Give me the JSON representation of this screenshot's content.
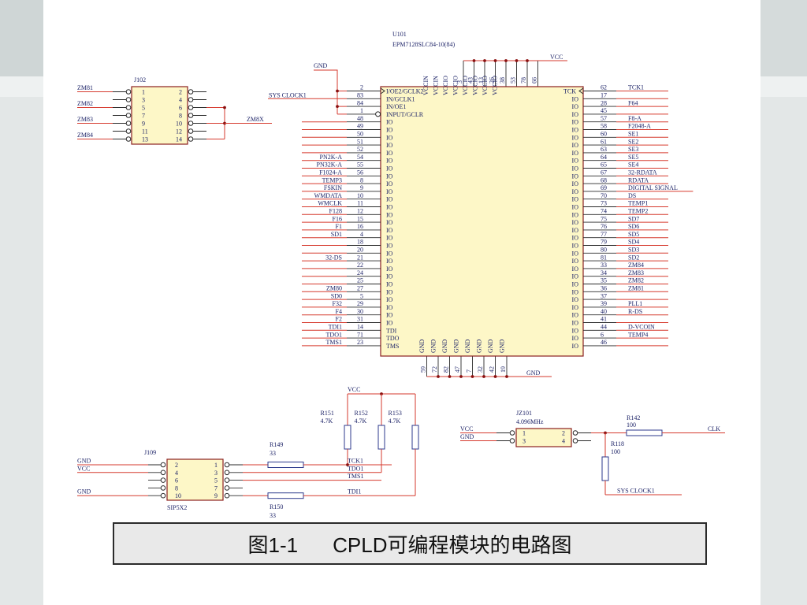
{
  "caption": {
    "figure_no": "图1-1",
    "title": "CPLD可编程模块的电路图"
  },
  "colors": {
    "wire": "#d63a2e",
    "label": "#1e2468",
    "pin": "#2a2a2a",
    "junction": "#8a1010",
    "body_fill": "#fdf7c7",
    "body_border": "#8b2020",
    "resistor": "#2c3a8c"
  },
  "u101": {
    "ref": "U101",
    "part": "EPM7128SLC84-10(84)",
    "vcc_net": "VCC",
    "gnd_net": "GND",
    "left_gnd_net": "GND",
    "power_pins": [
      {
        "name": "VCCIN",
        "num": "3"
      },
      {
        "name": "VCCIN",
        "num": "43"
      },
      {
        "name": "VCCIO",
        "num": "13"
      },
      {
        "name": "VCCIO",
        "num": "26"
      },
      {
        "name": "VCCIO",
        "num": "38"
      },
      {
        "name": "VCCIO",
        "num": "53"
      },
      {
        "name": "VCCIO",
        "num": "78"
      },
      {
        "name": "VCCIO",
        "num": "66"
      }
    ],
    "ground_pins": [
      {
        "name": "GND",
        "num": "59"
      },
      {
        "name": "GND",
        "num": "72"
      },
      {
        "name": "GND",
        "num": "82"
      },
      {
        "name": "GND",
        "num": "47"
      },
      {
        "name": "GND",
        "num": "7"
      },
      {
        "name": "GND",
        "num": "32"
      },
      {
        "name": "GND",
        "num": "42"
      },
      {
        "name": "GND",
        "num": "19"
      }
    ],
    "left_pins": [
      {
        "num": "2",
        "name": "I/OE2/GCLK2",
        "net": ""
      },
      {
        "num": "83",
        "name": "IN/GCLK1",
        "net": "SYS CLOCK1"
      },
      {
        "num": "84",
        "name": "IN/OE1",
        "net": ""
      },
      {
        "num": "1",
        "name": "INPUT/GCLR",
        "net": ""
      },
      {
        "num": "48",
        "name": "IO",
        "net": ""
      },
      {
        "num": "49",
        "name": "IO",
        "net": ""
      },
      {
        "num": "50",
        "name": "IO",
        "net": ""
      },
      {
        "num": "51",
        "name": "IO",
        "net": ""
      },
      {
        "num": "52",
        "name": "IO",
        "net": ""
      },
      {
        "num": "54",
        "name": "IO",
        "net": "PN2K-A"
      },
      {
        "num": "55",
        "name": "IO",
        "net": "PN32K-A"
      },
      {
        "num": "56",
        "name": "IO",
        "net": "F1024-A"
      },
      {
        "num": "8",
        "name": "IO",
        "net": "TEMP3"
      },
      {
        "num": "9",
        "name": "IO",
        "net": "FSKIN"
      },
      {
        "num": "10",
        "name": "IO",
        "net": "WMDATA"
      },
      {
        "num": "11",
        "name": "IO",
        "net": "WMCLK"
      },
      {
        "num": "12",
        "name": "IO",
        "net": "F128"
      },
      {
        "num": "15",
        "name": "IO",
        "net": "F16"
      },
      {
        "num": "16",
        "name": "IO",
        "net": "F1"
      },
      {
        "num": "4",
        "name": "IO",
        "net": "SD1"
      },
      {
        "num": "18",
        "name": "IO",
        "net": ""
      },
      {
        "num": "20",
        "name": "IO",
        "net": ""
      },
      {
        "num": "21",
        "name": "IO",
        "net": "32-DS"
      },
      {
        "num": "22",
        "name": "IO",
        "net": ""
      },
      {
        "num": "24",
        "name": "IO",
        "net": ""
      },
      {
        "num": "25",
        "name": "IO",
        "net": ""
      },
      {
        "num": "27",
        "name": "IO",
        "net": "ZM80"
      },
      {
        "num": "5",
        "name": "IO",
        "net": "SD0"
      },
      {
        "num": "29",
        "name": "IO",
        "net": "F32"
      },
      {
        "num": "30",
        "name": "IO",
        "net": "F4"
      },
      {
        "num": "31",
        "name": "IO",
        "net": "F2"
      },
      {
        "num": "14",
        "name": "TDI",
        "net": "TDI1"
      },
      {
        "num": "71",
        "name": "TDO",
        "net": "TDO1"
      },
      {
        "num": "23",
        "name": "TMS",
        "net": "TMS1"
      }
    ],
    "right_pins": [
      {
        "num": "62",
        "name": "TCK",
        "net": "TCK1"
      },
      {
        "num": "17",
        "name": "IO",
        "net": ""
      },
      {
        "num": "28",
        "name": "IO",
        "net": "F64"
      },
      {
        "num": "45",
        "name": "IO",
        "net": ""
      },
      {
        "num": "57",
        "name": "IO",
        "net": "F8-A"
      },
      {
        "num": "58",
        "name": "IO",
        "net": "F2048-A"
      },
      {
        "num": "60",
        "name": "IO",
        "net": "SE1"
      },
      {
        "num": "61",
        "name": "IO",
        "net": "SE2"
      },
      {
        "num": "63",
        "name": "IO",
        "net": "SE3"
      },
      {
        "num": "64",
        "name": "IO",
        "net": "SE5"
      },
      {
        "num": "65",
        "name": "IO",
        "net": "SE4"
      },
      {
        "num": "67",
        "name": "IO",
        "net": "32-RDATA"
      },
      {
        "num": "68",
        "name": "IO",
        "net": "RDATA"
      },
      {
        "num": "69",
        "name": "IO",
        "net": "DIGITAL SIGNAL"
      },
      {
        "num": "70",
        "name": "IO",
        "net": "DS"
      },
      {
        "num": "73",
        "name": "IO",
        "net": "TEMP1"
      },
      {
        "num": "74",
        "name": "IO",
        "net": "TEMP2"
      },
      {
        "num": "75",
        "name": "IO",
        "net": "SD7"
      },
      {
        "num": "76",
        "name": "IO",
        "net": "SD6"
      },
      {
        "num": "77",
        "name": "IO",
        "net": "SD5"
      },
      {
        "num": "79",
        "name": "IO",
        "net": "SD4"
      },
      {
        "num": "80",
        "name": "IO",
        "net": "SD3"
      },
      {
        "num": "81",
        "name": "IO",
        "net": "SD2"
      },
      {
        "num": "33",
        "name": "IO",
        "net": "ZM84"
      },
      {
        "num": "34",
        "name": "IO",
        "net": "ZM83"
      },
      {
        "num": "35",
        "name": "IO",
        "net": "ZM82"
      },
      {
        "num": "36",
        "name": "IO",
        "net": "ZM81"
      },
      {
        "num": "37",
        "name": "IO",
        "net": ""
      },
      {
        "num": "39",
        "name": "IO",
        "net": "PLL1"
      },
      {
        "num": "40",
        "name": "IO",
        "net": "R-DS"
      },
      {
        "num": "41",
        "name": "IO",
        "net": ""
      },
      {
        "num": "44",
        "name": "IO",
        "net": "D-VCOIN"
      },
      {
        "num": "6",
        "name": "IO",
        "net": "TEMP4"
      },
      {
        "num": "46",
        "name": "IO",
        "net": ""
      }
    ]
  },
  "j102": {
    "ref": "J102",
    "rows": [
      [
        "1",
        "2"
      ],
      [
        "3",
        "4"
      ],
      [
        "5",
        "6"
      ],
      [
        "7",
        "8"
      ],
      [
        "9",
        "10"
      ],
      [
        "11",
        "12"
      ],
      [
        "13",
        "14"
      ]
    ],
    "left_nets": [
      "ZM81",
      "",
      "ZM82",
      "",
      "ZM83",
      "",
      "ZM84"
    ],
    "bus_net": "ZM8X"
  },
  "j109": {
    "ref": "J109",
    "type": "SIP5X2",
    "rows": [
      [
        "2",
        "1"
      ],
      [
        "4",
        "3"
      ],
      [
        "6",
        "5"
      ],
      [
        "8",
        "7"
      ],
      [
        "10",
        "9"
      ]
    ],
    "left_nets": [
      "GND",
      "VCC",
      "",
      "",
      "GND"
    ],
    "right_nets": [
      "TCK1",
      "TDO1",
      "TMS1",
      "",
      "TDI1"
    ]
  },
  "pullups": {
    "vcc_net": "VCC",
    "resistors": [
      {
        "ref": "R151",
        "value": "4.7K"
      },
      {
        "ref": "R152",
        "value": "4.7K"
      },
      {
        "ref": "R153",
        "value": "4.7K"
      }
    ]
  },
  "series_resistors": [
    {
      "ref": "R149",
      "value": "33"
    },
    {
      "ref": "R150",
      "value": "33"
    }
  ],
  "jz101": {
    "ref": "JZ101",
    "freq": "4.096MHz",
    "rows": [
      [
        "1",
        "2"
      ],
      [
        "3",
        "4"
      ]
    ],
    "left_nets": [
      "VCC",
      "GND"
    ],
    "out_net": "CLK",
    "sys_clock_net": "SYS CLOCK1"
  },
  "r142": {
    "ref": "R142",
    "value": "100"
  },
  "r118": {
    "ref": "R118",
    "value": "100"
  }
}
